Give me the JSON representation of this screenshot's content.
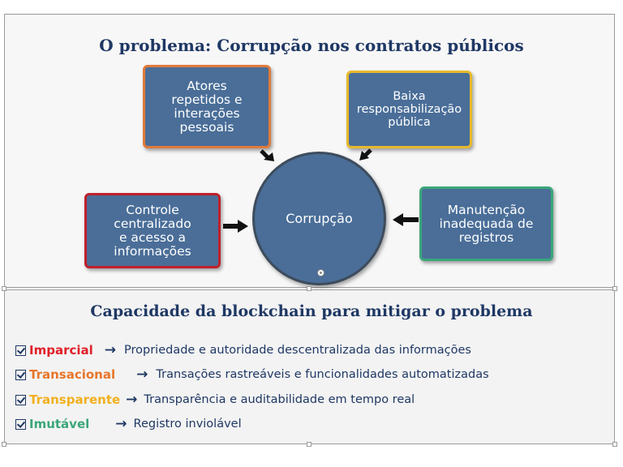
{
  "top": {
    "title": "O problema: Corrupção nos contratos públicos",
    "center": "Corrupção",
    "boxes": [
      {
        "label": "Atores\nrepetidos e\ninterações\npessoais",
        "border": "#e07a3a"
      },
      {
        "label": "Baixa\nresponsabilização\npública",
        "border": "#e8b92c"
      },
      {
        "label": "Controle\ncentralizado\ne acesso a\ninformações",
        "border": "#c0202a"
      },
      {
        "label": "Manutenção\ninadequada de\nregistros",
        "border": "#3aa67a"
      }
    ]
  },
  "bottom": {
    "title": "Capacidade da blockchain para mitigar o problema",
    "arrow": "→",
    "items": [
      {
        "keyword": "Imparcial",
        "color": "#e0202a",
        "description": "Propriedade e autoridade descentralizada das informações"
      },
      {
        "keyword": "Transacional",
        "color": "#e8762a",
        "description": "Transações rastreáveis e funcionalidades automatizadas"
      },
      {
        "keyword": "Transparente",
        "color": "#f2b01e",
        "description": "Transparência e auditabilidade em tempo real"
      },
      {
        "keyword": "Imutável",
        "color": "#3aa67a",
        "description": "Registro inviolável"
      }
    ]
  },
  "colors": {
    "box_fill": "#4a6e98",
    "title": "#1f3864",
    "panel_top": "#f7f7f7",
    "panel_bottom": "#f3f3f3"
  }
}
